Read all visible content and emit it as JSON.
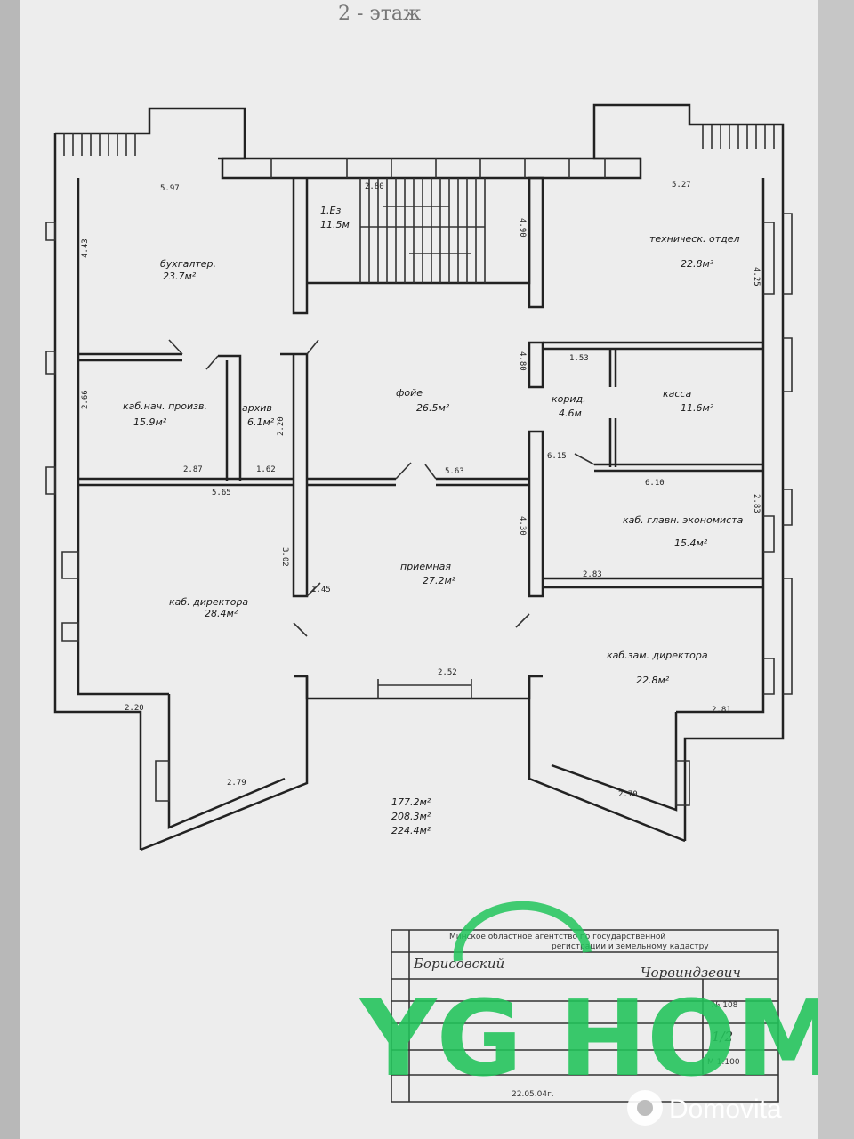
{
  "header": {
    "floor_title": "2 - этаж"
  },
  "rooms": [
    {
      "id": "bukhgalteriya",
      "label": "бухгалтер.",
      "area": "23.7м²"
    },
    {
      "id": "stair",
      "label": "1.Ез",
      "area": "11.5м"
    },
    {
      "id": "tekh-otdel",
      "label": "техническ. отдел",
      "area": "22.8м²"
    },
    {
      "id": "kab-nach",
      "label": "каб.нач. произв.",
      "area": "15.9м²"
    },
    {
      "id": "archiv",
      "label": "архив",
      "area": "6.1м²"
    },
    {
      "id": "foyer",
      "label": "фойе",
      "area": "26.5м²"
    },
    {
      "id": "koridor",
      "label": "корид.",
      "area": "4.6м"
    },
    {
      "id": "kassa",
      "label": "касса",
      "area": "11.6м²"
    },
    {
      "id": "kab-glav",
      "label": "каб. главн. экономиста",
      "area": "15.4м²"
    },
    {
      "id": "priemnaya",
      "label": "приемная",
      "area": "27.2м²"
    },
    {
      "id": "kab-direktora",
      "label": "каб. директора",
      "area": "28.4м²"
    },
    {
      "id": "kab-zam",
      "label": "каб.зам. директора",
      "area": "22.8м²"
    }
  ],
  "dimensions": [
    "5.97",
    "4.43",
    "4.90",
    "2.80",
    "4.80",
    "5.27",
    "4.25",
    "2.66",
    "2.87",
    "1.62",
    "5.65",
    "2.20",
    "3.02",
    "1.45",
    "5.63",
    "4.30",
    "1.53",
    "6.15",
    "6.10",
    "2.83",
    "2.83",
    "2.52",
    "2.20",
    "2.81",
    "2.79",
    "2.70"
  ],
  "totals": [
    "177.2м²",
    "208.3м²",
    "224.4м²"
  ],
  "stamp": {
    "line1": "Минское областное агентство по государственной",
    "line2": "регистрации и земельному кадастру",
    "line3": "Борисовский",
    "line4": "Чорвиндзевич",
    "num": "№ 108",
    "scale": "М 1:100",
    "date": "22.05.04г.",
    "sheet": "1/2"
  },
  "watermark": {
    "logo": "YG HOME",
    "site": "Domovita"
  },
  "colors": {
    "logo": "#21c45a",
    "paper": "#ededed",
    "ink": "#222222"
  }
}
